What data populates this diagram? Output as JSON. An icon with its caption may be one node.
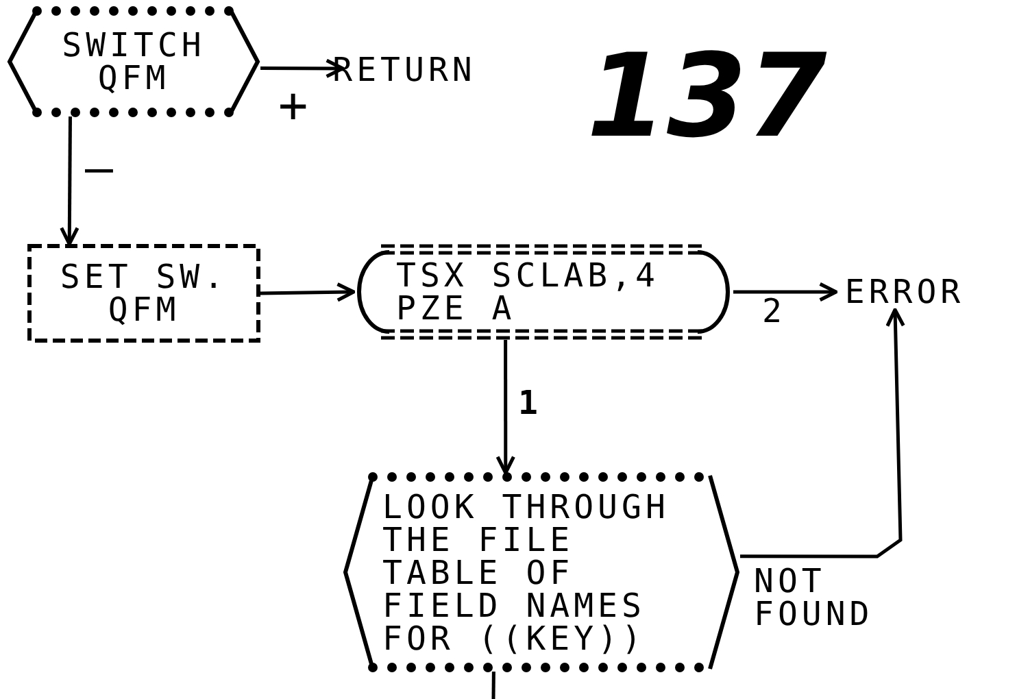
{
  "diagram": {
    "nodes": [
      {
        "text": [
          "SWITCH QFM"
        ]
      },
      {
        "text": [
          "RETURN"
        ]
      },
      {
        "text": [
          "SET SW. QFM"
        ]
      },
      {
        "text": [
          "TSX SCLAB,4 PZE A"
        ]
      },
      {
        "text": [
          "ERROR"
        ]
      },
      {
        "text": [
          "LOOK THROUGH THE FILE TABLE OF FIELD NAMES FOR ((KEY))"
        ]
      }
    ],
    "edges": [
      {
        "from": 0,
        "to": 1,
        "arrow": "to",
        "label": "+"
      },
      {
        "from": 0,
        "to": 2,
        "arrow": "to",
        "label": "—"
      },
      {
        "from": 2,
        "to": 3,
        "arrow": "to"
      },
      {
        "from": 3,
        "to": 4,
        "arrow": "to",
        "label": "2"
      },
      {
        "from": 3,
        "to": 5,
        "arrow": "to",
        "label": "1"
      },
      {
        "from": 5,
        "to": 4,
        "arrow": "to",
        "label": "NOT FOUND"
      },
      {
        "from": 5,
        "to": null,
        "arrow": "none"
      }
    ],
    "labels": [
      "137"
    ]
  }
}
